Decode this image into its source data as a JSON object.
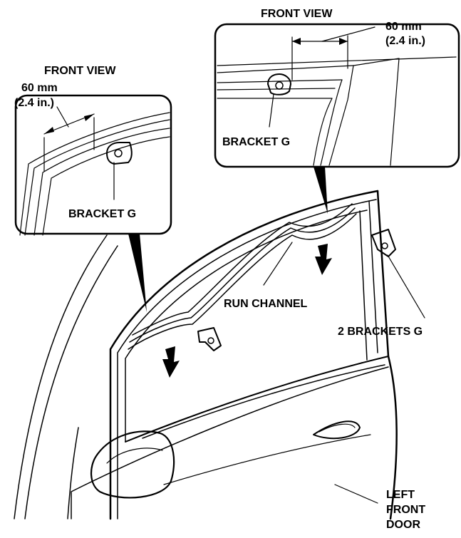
{
  "callouts": {
    "left": {
      "view_label": "FRONT VIEW",
      "dim_mm": "60 mm",
      "dim_in": "(2.4 in.)",
      "bracket_label": "BRACKET G"
    },
    "right": {
      "view_label": "FRONT VIEW",
      "dim_mm": "60 mm",
      "dim_in": "(2.4 in.)",
      "bracket_label": "BRACKET G"
    }
  },
  "labels": {
    "run_channel": "RUN CHANNEL",
    "brackets": "2 BRACKETS G",
    "door_line1": "LEFT",
    "door_line2": "FRONT",
    "door_line3": "DOOR"
  }
}
